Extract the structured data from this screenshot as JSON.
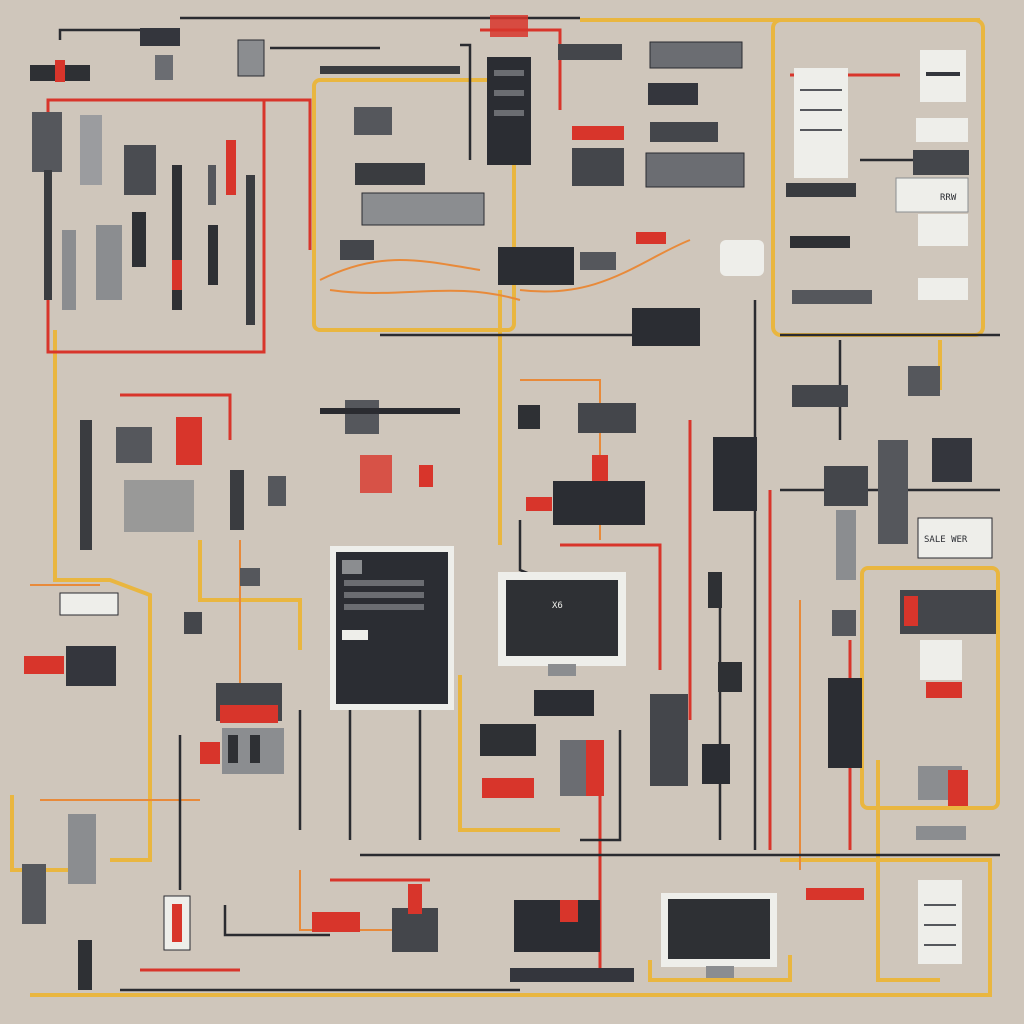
{
  "colors": {
    "background": "#cfc6bb",
    "wire_yellow": "#e9b640",
    "wire_red": "#d8352b",
    "wire_black": "#2a2b30",
    "device_dark": "#34363d",
    "device_gray": "#8b8d90",
    "paper": "#eeeeea"
  },
  "labels": {
    "panel_sticker": "RRW",
    "monitor_glyph": "X6",
    "label_strip": "SALE WER"
  }
}
